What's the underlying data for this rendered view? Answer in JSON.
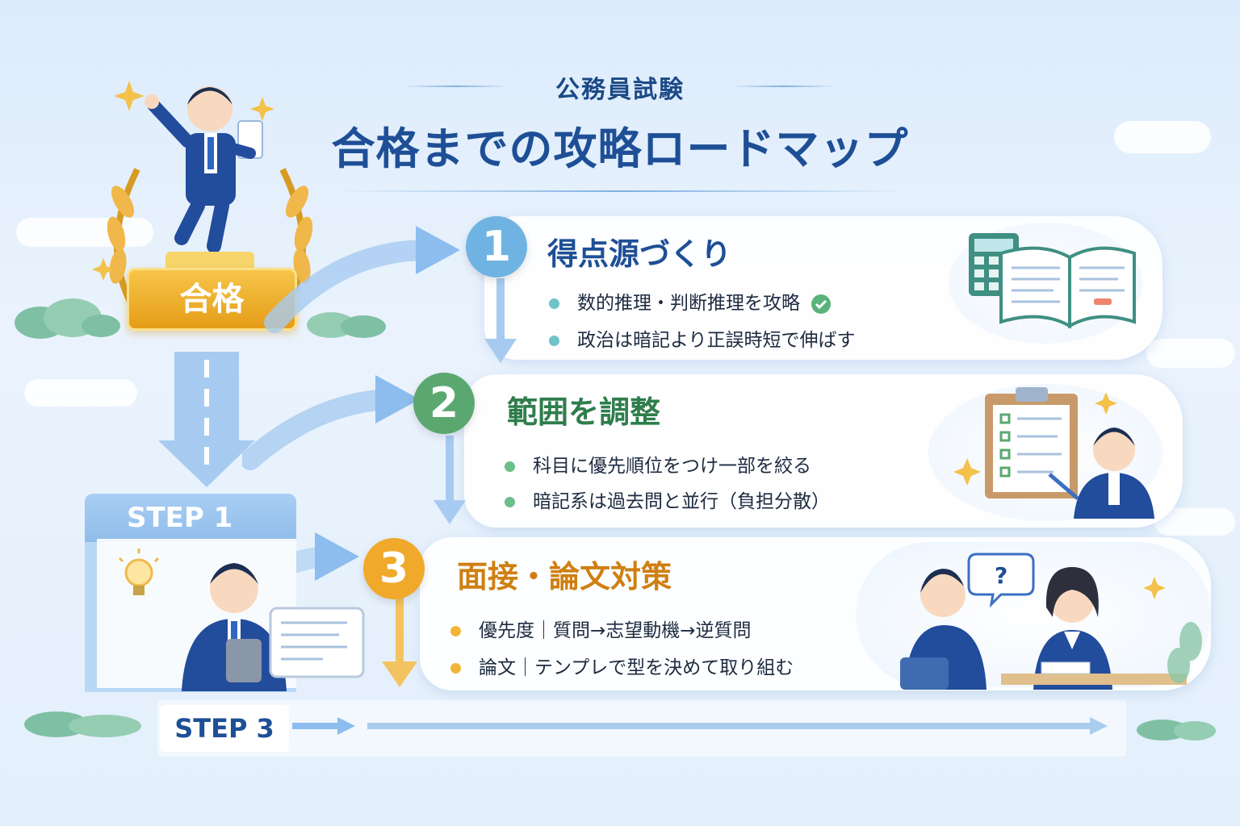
{
  "header": {
    "subtitle": "公務員試験",
    "title": "合格までの攻略ロードマップ"
  },
  "goal_badge": "合格",
  "steps": [
    {
      "number": "1",
      "title": "得点源づくり",
      "color": "#6fb3e3",
      "bullets": [
        "数的推理・判断推理を攻略",
        "政治は暗記より正誤時短で伸ばす"
      ]
    },
    {
      "number": "2",
      "title": "範囲を調整",
      "color": "#5aa86f",
      "bullets": [
        "科目に優先順位をつけ一部を絞る",
        "暗記系は過去問と並行（負担分散）"
      ]
    },
    {
      "number": "3",
      "title": "面接・論文対策",
      "color": "#f0a92a",
      "bullets": [
        "優先度｜質問→志望動機→逆質問",
        "論文｜テンプレで型を決めて取り組む"
      ]
    }
  ],
  "step_labels": {
    "step1": "STEP 1",
    "step3": "STEP 3"
  },
  "icons": {
    "check": "check-circle-icon",
    "calculator": "calculator-icon",
    "book": "open-book-icon",
    "clipboard": "clipboard-icon",
    "lightbulb": "lightbulb-icon",
    "question": "question-bubble-icon",
    "laurel": "laurel-wreath-icon"
  },
  "colors": {
    "title": "#1e4f96",
    "gold": "#f0a92a",
    "blue": "#6fb3e3",
    "green": "#5aa86f"
  }
}
